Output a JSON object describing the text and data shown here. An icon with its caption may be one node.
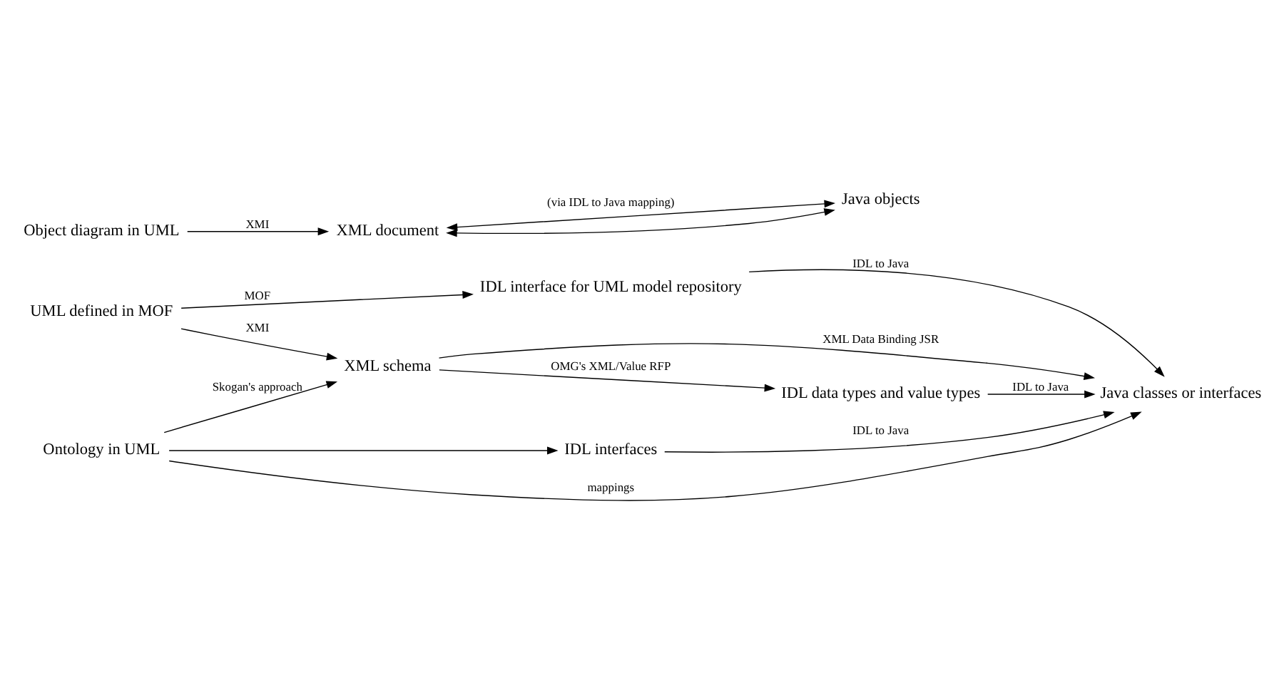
{
  "diagram": {
    "nodes": [
      {
        "text": [
          "UML defined in MOF"
        ]
      },
      {
        "text": [
          "IDL interface for UML model repository"
        ]
      },
      {
        "text": [
          "IDL interfaces"
        ]
      },
      {
        "text": [
          "Java classes or interfaces"
        ]
      },
      {
        "text": [
          "Ontology in UML"
        ]
      },
      {
        "text": [
          "XML schema"
        ]
      },
      {
        "text": [
          "IDL data types and value types"
        ]
      },
      {
        "text": [
          "Object diagram in UML"
        ]
      },
      {
        "text": [
          "XML document"
        ]
      },
      {
        "text": [
          "Java objects"
        ]
      }
    ],
    "edges": [
      {
        "from": 0,
        "to": 1,
        "arrow": "to",
        "label": "MOF"
      },
      {
        "from": 1,
        "to": 3,
        "arrow": "to",
        "label": "IDL to Java"
      },
      {
        "from": 0,
        "to": 5,
        "arrow": "to",
        "label": "XMI"
      },
      {
        "from": 4,
        "to": 2,
        "arrow": "to"
      },
      {
        "from": 2,
        "to": 3,
        "arrow": "to",
        "label": "IDL to Java"
      },
      {
        "from": 4,
        "to": 3,
        "arrow": "to",
        "label": "mappings"
      },
      {
        "from": 4,
        "to": 5,
        "arrow": "to",
        "label": "Skogan's approach"
      },
      {
        "from": 5,
        "to": 6,
        "arrow": "to",
        "label": "OMG's XML/Value RFP"
      },
      {
        "from": 6,
        "to": 3,
        "arrow": "to",
        "label": "IDL to Java"
      },
      {
        "from": 7,
        "to": 8,
        "arrow": "to",
        "label": "XMI"
      },
      {
        "from": 8,
        "to": 9,
        "arrow": "both",
        "label": "(via IDL to Java mapping)"
      },
      {
        "from": 5,
        "to": 3,
        "arrow": "to",
        "label": "XML Data Binding JSR"
      },
      {
        "from": 8,
        "to": 9,
        "arrow": "both"
      }
    ]
  }
}
